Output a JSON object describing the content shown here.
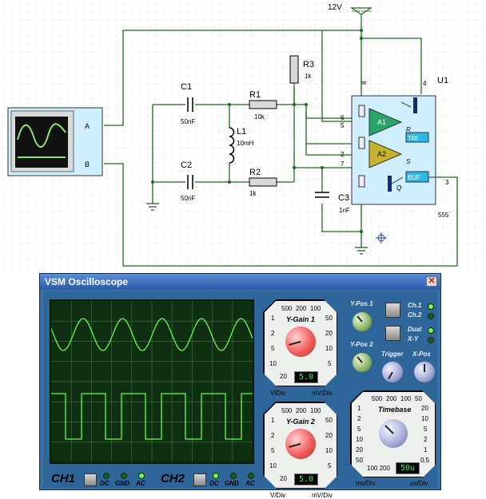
{
  "schematic": {
    "supply": "12V",
    "components": {
      "r1": {
        "ref": "R1",
        "value": "10k"
      },
      "r2": {
        "ref": "R2",
        "value": "1k"
      },
      "r3": {
        "ref": "R3",
        "value": "1k"
      },
      "c1": {
        "ref": "C1",
        "value": "50nF"
      },
      "c2": {
        "ref": "C2",
        "value": "50nF"
      },
      "c3": {
        "ref": "C3",
        "value": "1nF"
      },
      "l1": {
        "ref": "L1",
        "value": "10mH"
      },
      "u1": {
        "ref": "U1",
        "part": "555"
      }
    },
    "pins": {
      "p8": "8",
      "p4": "4",
      "p6": "6",
      "p5": "5",
      "p2": "2",
      "p7": "7",
      "p3": "3"
    },
    "ic_labels": {
      "a1": "A1",
      "a2": "A2",
      "tri": "TRI",
      "buf": "BUF",
      "r": "R",
      "s": "S",
      "q": "Q"
    },
    "scope_inputs": {
      "a": "A",
      "b": "B"
    }
  },
  "oscilloscope": {
    "title": "VSM Oscilloscope",
    "close_glyph": "✕",
    "ygain1": {
      "title": "Y-Gain 1",
      "top_scale": [
        "500",
        "200",
        "100"
      ],
      "left_scale": [
        "1",
        "2",
        "5",
        "10",
        "20"
      ],
      "right_scale": [
        "50",
        "20",
        "10",
        "5"
      ],
      "display": "5.0",
      "unit_left": "V/Div",
      "unit_right": "mV/Div"
    },
    "ygain2": {
      "title": "Y-Gain 2",
      "top_scale": [
        "500",
        "200",
        "100"
      ],
      "left_scale": [
        "1",
        "2",
        "5",
        "10",
        "20"
      ],
      "right_scale": [
        "50",
        "20",
        "10",
        "5"
      ],
      "display": "5.0",
      "unit_left": "V/Div",
      "unit_right": "mV/Div"
    },
    "ypos1": "Y-Pos 1",
    "ypos2": "Y-Pos 2",
    "trigger": "Trigger",
    "xpos": "X-Pos",
    "channel_select": {
      "ch1": "Ch.1",
      "ch2": "Ch.2",
      "dual": "Dual",
      "xy": "X-Y"
    },
    "timebase": {
      "title": "Timebase",
      "top_scale": [
        "500",
        "200",
        "100",
        "50"
      ],
      "left_scale": [
        "1",
        "2",
        "5",
        "10",
        "20",
        "50"
      ],
      "right_scale": [
        "20",
        "10",
        "5",
        "2",
        "1",
        "0.5"
      ],
      "bottom_scale": "100 200",
      "display": "50u",
      "unit_left": "ms/Div",
      "unit_right": "µs/Div"
    },
    "ch1": {
      "name": "CH1",
      "dc": "DC",
      "gnd": "GND",
      "ac": "AC"
    },
    "ch2": {
      "name": "CH2",
      "dc": "DC",
      "gnd": "GND",
      "ac": "AC"
    },
    "colors": {
      "trace": "#64ff45",
      "screen": "#0f2f13",
      "grid": "#3c6b3c",
      "led_on": "#6cff4a"
    }
  }
}
